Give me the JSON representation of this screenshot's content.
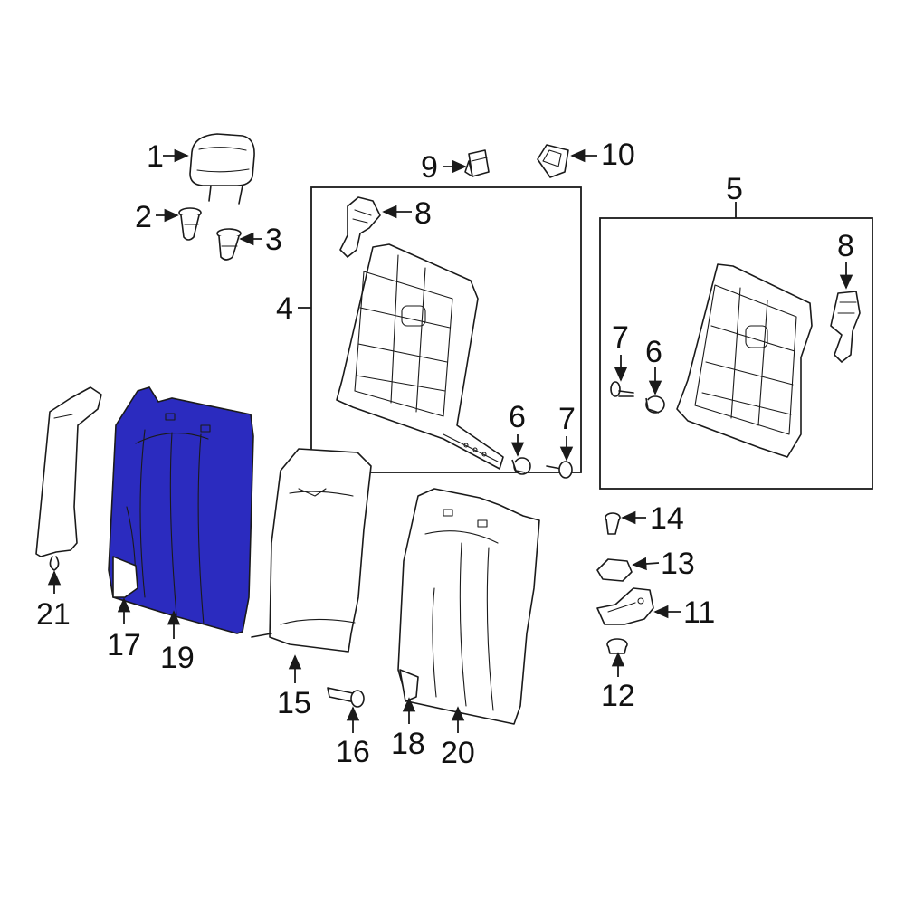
{
  "diagram": {
    "highlight_color": "#2b2bbf",
    "line_color": "#1a1a1a",
    "background": "#ffffff",
    "callouts": [
      {
        "id": "c1",
        "label": "1"
      },
      {
        "id": "c2",
        "label": "2"
      },
      {
        "id": "c3",
        "label": "3"
      },
      {
        "id": "c4",
        "label": "4"
      },
      {
        "id": "c5",
        "label": "5"
      },
      {
        "id": "c6a",
        "label": "6"
      },
      {
        "id": "c6b",
        "label": "6"
      },
      {
        "id": "c7a",
        "label": "7"
      },
      {
        "id": "c7b",
        "label": "7"
      },
      {
        "id": "c8a",
        "label": "8"
      },
      {
        "id": "c8b",
        "label": "8"
      },
      {
        "id": "c9",
        "label": "9"
      },
      {
        "id": "c10",
        "label": "10"
      },
      {
        "id": "c11",
        "label": "11"
      },
      {
        "id": "c12",
        "label": "12"
      },
      {
        "id": "c13",
        "label": "13"
      },
      {
        "id": "c14",
        "label": "14"
      },
      {
        "id": "c15",
        "label": "15"
      },
      {
        "id": "c16",
        "label": "16"
      },
      {
        "id": "c17",
        "label": "17"
      },
      {
        "id": "c18",
        "label": "18"
      },
      {
        "id": "c19",
        "label": "19"
      },
      {
        "id": "c20",
        "label": "20"
      },
      {
        "id": "c21",
        "label": "21"
      }
    ]
  }
}
